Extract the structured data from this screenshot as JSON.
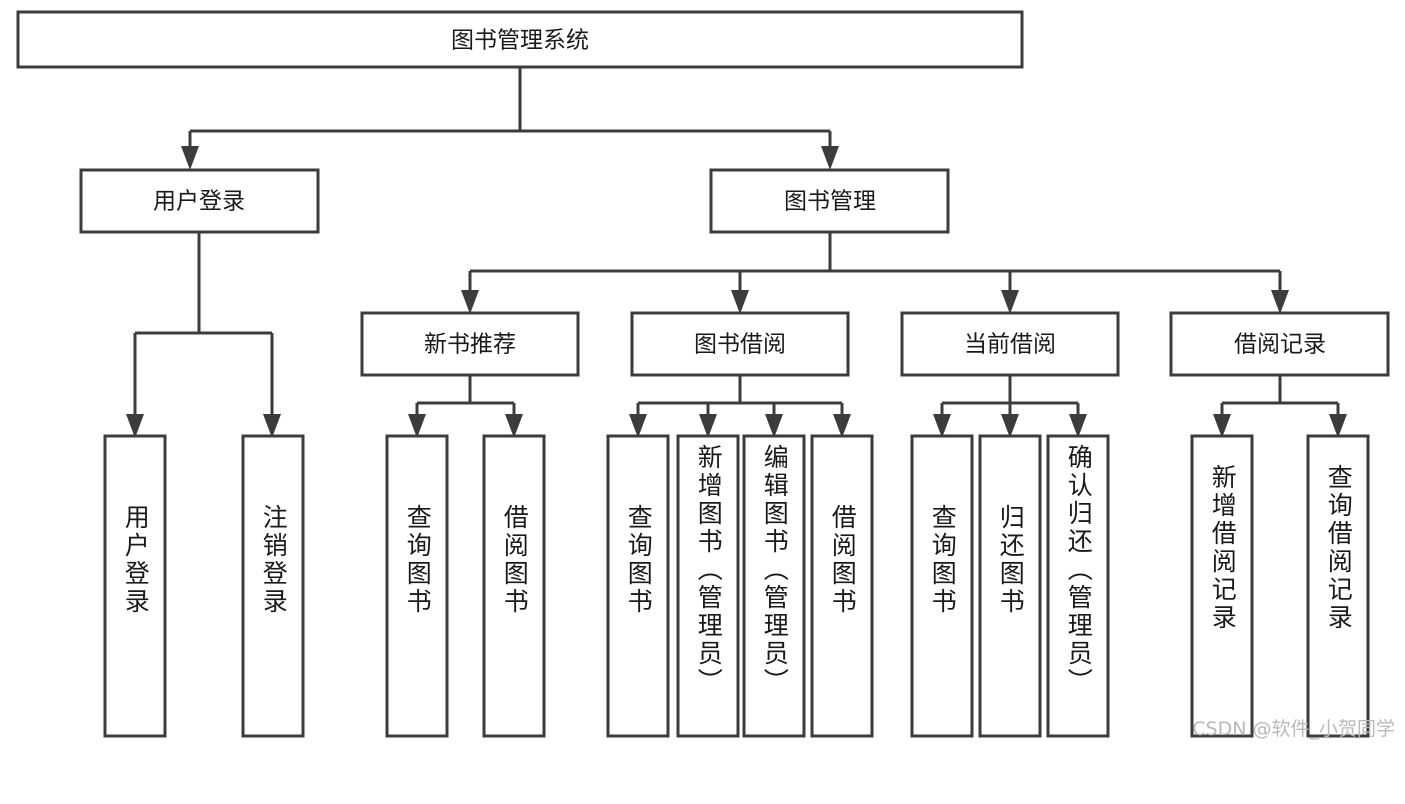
{
  "diagram": {
    "type": "tree",
    "title": "图书管理系统",
    "orientation": "top-down",
    "colors": {
      "box_stroke": "#3c3c3c",
      "box_fill": "#ffffff",
      "connector": "#3c3c3c",
      "text": "#1a1a1a",
      "watermark": "#b9b9b9"
    },
    "root": {
      "label": "图书管理系统"
    },
    "level2": [
      {
        "label": "用户登录"
      },
      {
        "label": "图书管理"
      }
    ],
    "level3": [
      {
        "label": "新书推荐"
      },
      {
        "label": "图书借阅"
      },
      {
        "label": "当前借阅"
      },
      {
        "label": "借阅记录"
      }
    ],
    "leaves": {
      "user_login": [
        {
          "label": "用户登录"
        },
        {
          "label": "注销登录"
        }
      ],
      "new_book_recommend": [
        {
          "label": "查询图书"
        },
        {
          "label": "借阅图书"
        }
      ],
      "book_borrow": [
        {
          "label": "查询图书"
        },
        {
          "label": "新增图书（管理员）"
        },
        {
          "label": "编辑图书（管理员）"
        },
        {
          "label": "借阅图书"
        }
      ],
      "current_borrow": [
        {
          "label": "查询图书"
        },
        {
          "label": "归还图书"
        },
        {
          "label": "确认归还（管理员）"
        }
      ],
      "borrow_record": [
        {
          "label": "新增借阅记录"
        },
        {
          "label": "查询借阅记录"
        }
      ]
    }
  },
  "watermark": {
    "text": "CSDN @软件_小贺同学"
  }
}
